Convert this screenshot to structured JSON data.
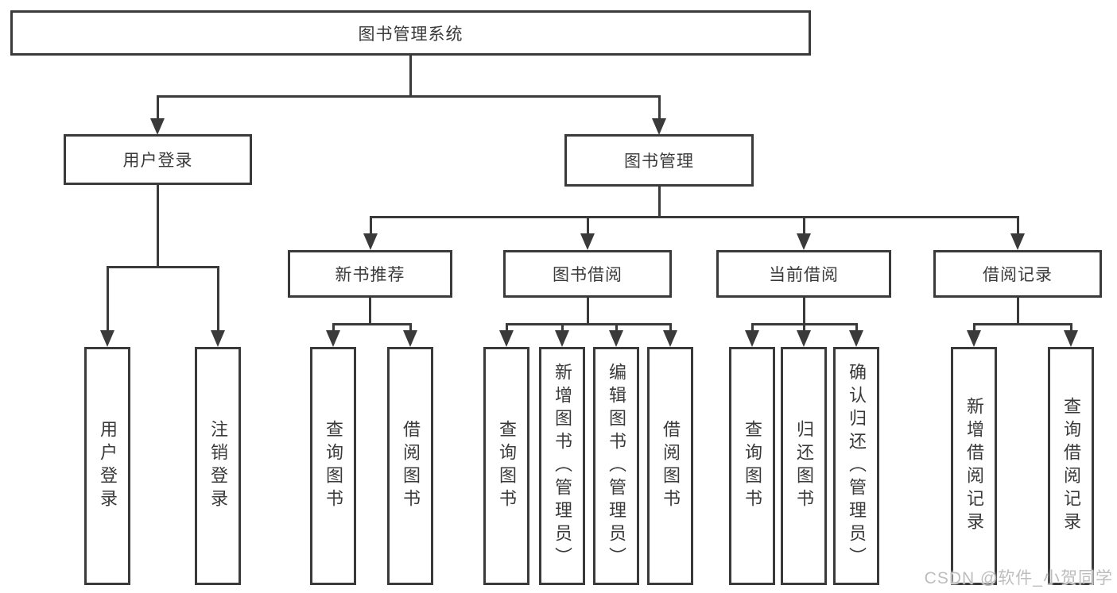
{
  "diagram": {
    "title_note": "functional decomposition diagram",
    "root": {
      "label": "图书管理系统"
    },
    "level2": [
      {
        "label": "用户登录",
        "leaves": [
          "用户登录",
          "注销登录"
        ]
      },
      {
        "label": "图书管理"
      }
    ],
    "level3": [
      {
        "label": "新书推荐",
        "leaves": [
          "查询图书",
          "借阅图书"
        ]
      },
      {
        "label": "图书借阅",
        "leaves": [
          "查询图书",
          "新增图书（管理员）",
          "编辑图书（管理员）",
          "借阅图书"
        ]
      },
      {
        "label": "当前借阅",
        "leaves": [
          "查询图书",
          "归还图书",
          "确认归还（管理员）"
        ]
      },
      {
        "label": "借阅记录",
        "leaves": [
          "新增借阅记录",
          "查询借阅记录"
        ]
      }
    ],
    "watermark": "CSDN @软件_小贺同学",
    "colors": {
      "line": "#3a3a3a",
      "background": "#ffffff",
      "watermark": "#bdbdbd"
    }
  }
}
